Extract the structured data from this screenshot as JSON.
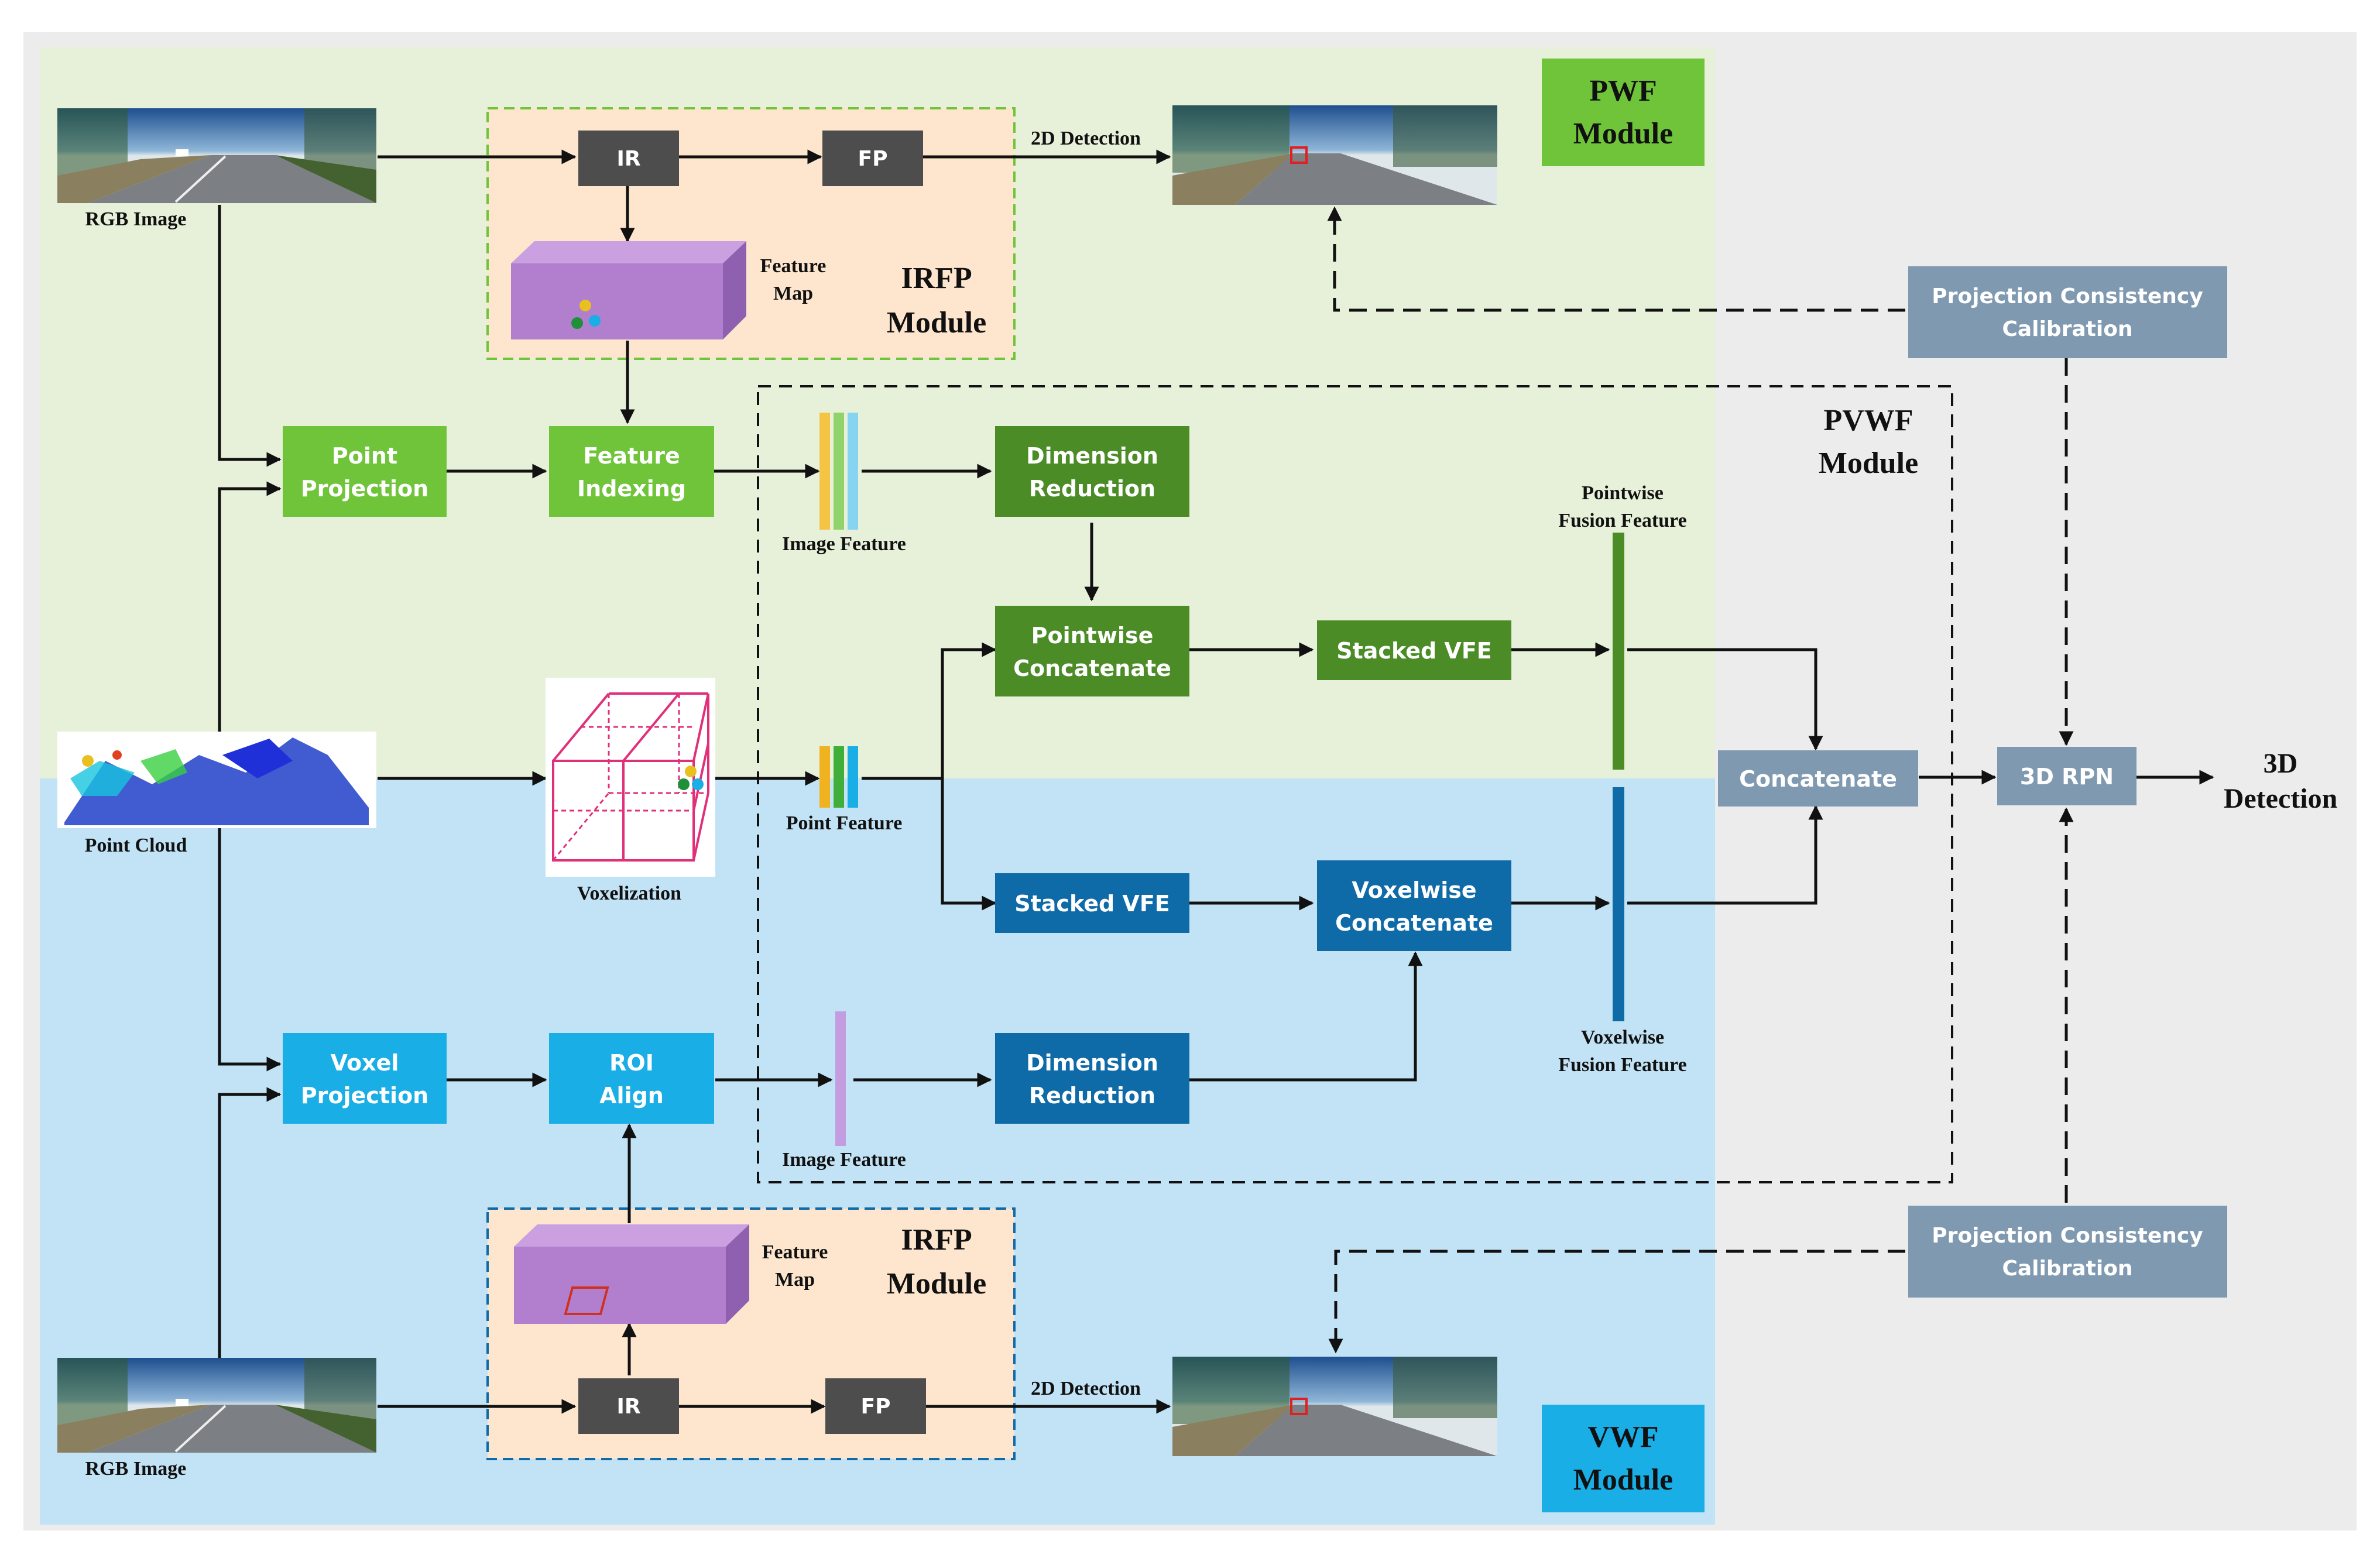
{
  "modules": {
    "pwf": {
      "line1": "PWF",
      "line2": "Module"
    },
    "vwf": {
      "line1": "VWF",
      "line2": "Module"
    },
    "pvwf": {
      "line1": "PVWF",
      "line2": "Module"
    },
    "irfp_top": {
      "line1": "IRFP",
      "line2": "Module"
    },
    "irfp_bottom": {
      "line1": "IRFP",
      "line2": "Module"
    }
  },
  "inputs": {
    "rgb_top": "RGB Image",
    "rgb_bottom": "RGB Image",
    "point_cloud": "Point Cloud",
    "voxelization": "Voxelization"
  },
  "blocks": {
    "ir_top": "IR",
    "fp_top": "FP",
    "ir_bottom": "IR",
    "fp_bottom": "FP",
    "point_projection": [
      "Point",
      "Projection"
    ],
    "feature_indexing": [
      "Feature",
      "Indexing"
    ],
    "dimension_reduction_top": [
      "Dimension",
      "Reduction"
    ],
    "pointwise_concatenate": [
      "Pointwise",
      "Concatenate"
    ],
    "stacked_vfe_top": "Stacked VFE",
    "stacked_vfe_bottom": "Stacked VFE",
    "voxelwise_concatenate": [
      "Voxelwise",
      "Concatenate"
    ],
    "voxel_projection": [
      "Voxel",
      "Projection"
    ],
    "roi_align": [
      "ROI",
      "Align"
    ],
    "dimension_reduction_bottom": [
      "Dimension",
      "Reduction"
    ],
    "concatenate": "Concatenate",
    "rpn": "3D RPN",
    "pcc_top": [
      "Projection Consistency",
      "Calibration"
    ],
    "pcc_bottom": [
      "Projection Consistency",
      "Calibration"
    ]
  },
  "labels": {
    "feature_map_top": [
      "Feature",
      "Map"
    ],
    "feature_map_bottom": [
      "Feature",
      "Map"
    ],
    "image_feature_top": "Image Feature",
    "point_feature": "Point Feature",
    "image_feature_bottom": "Image Feature",
    "pointwise_fusion_feature": [
      "Pointwise",
      "Fusion Feature"
    ],
    "voxelwise_fusion_feature": [
      "Voxelwise",
      "Fusion Feature"
    ],
    "detection_2d_top": "2D Detection",
    "detection_2d_bottom": "2D Detection",
    "detection_3d": [
      "3D",
      "Detection"
    ]
  },
  "colors": {
    "pwf_region": "#e7f1d9",
    "vwf_region": "#c2e3f6",
    "outer_region": "#ececec",
    "irfp_fill": "#fde6cd",
    "light_green": "#70c43a",
    "dark_green": "#4b8c26",
    "light_blue": "#19aee6",
    "dark_blue": "#0f6aa8",
    "dark_gray": "#4d4d4d",
    "slate": "#7f99b1",
    "badge_green": "#70c43a",
    "badge_blue": "#19aee6",
    "feature_map_purple": "#b17fce"
  },
  "icons": [
    "road-image-icon",
    "point-cloud-icon",
    "voxel-grid-icon",
    "feature-map-cube-icon",
    "feature-bar-icon"
  ]
}
